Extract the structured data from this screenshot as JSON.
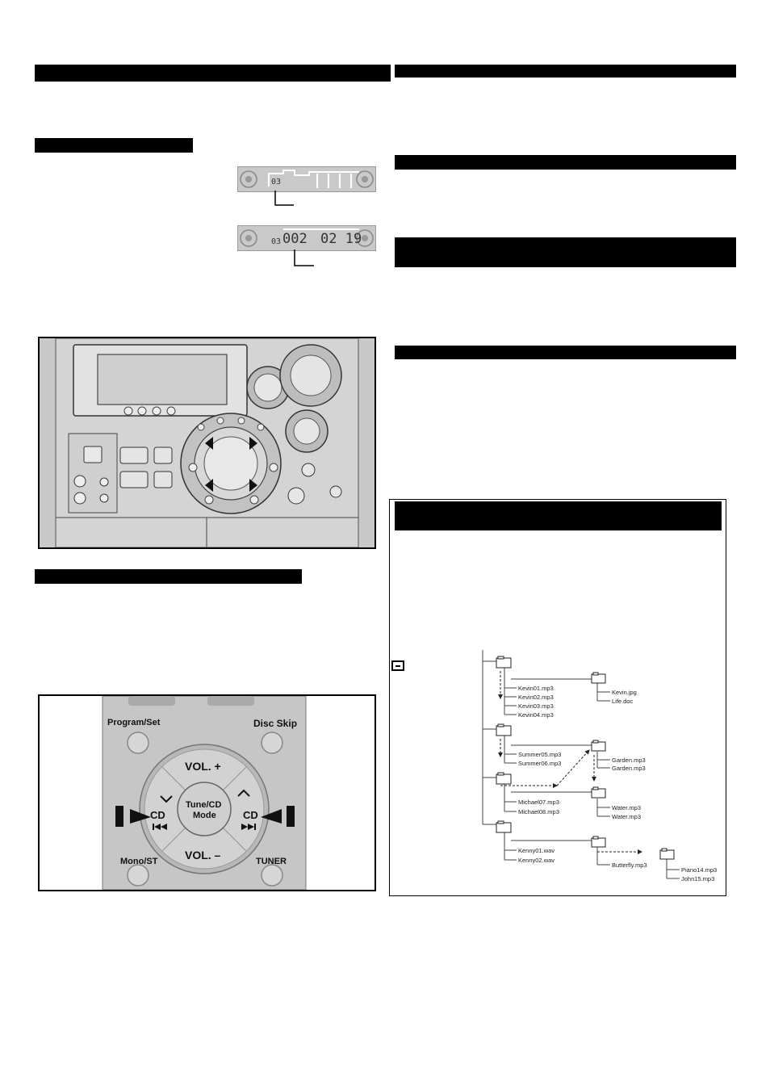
{
  "display1": {
    "track": "03"
  },
  "display2": {
    "track": "03",
    "file": "002",
    "time": "02 19"
  },
  "remote": {
    "program_set": "Program/Set",
    "disc_skip": "Disc Skip",
    "vol_up": "VOL. +",
    "vol_down": "VOL. –",
    "tune_cd_mode_line1": "Tune/CD",
    "tune_cd_mode_line2": "Mode",
    "cd_left": "CD",
    "cd_right": "CD",
    "mono_st": "Mono/ST",
    "tuner": "TUNER"
  },
  "tree": {
    "group1_files": [
      "Kevin01.mp3",
      "Kevin02.mp3",
      "Kevin03.mp3",
      "Kevin04.mp3"
    ],
    "group1_sub": [
      "Kevin.jpg",
      "Life.doc"
    ],
    "group2_files": [
      "Summer05.mp3",
      "Summer06.mp3"
    ],
    "group2_sub": [
      "Garden.mp3",
      "Garden.mp3"
    ],
    "group3_files": [
      "Michael07.mp3",
      "Michael08.mp3"
    ],
    "group3_sub": [
      "Water.mp3",
      "Water.mp3"
    ],
    "group4_files": [
      "Kenny01.wav",
      "Kenny02.wav"
    ],
    "group4_sub": [
      "Butterfly.mp3"
    ],
    "group4_subsub": [
      "Piano14.mp3",
      "John15.mp3"
    ]
  }
}
